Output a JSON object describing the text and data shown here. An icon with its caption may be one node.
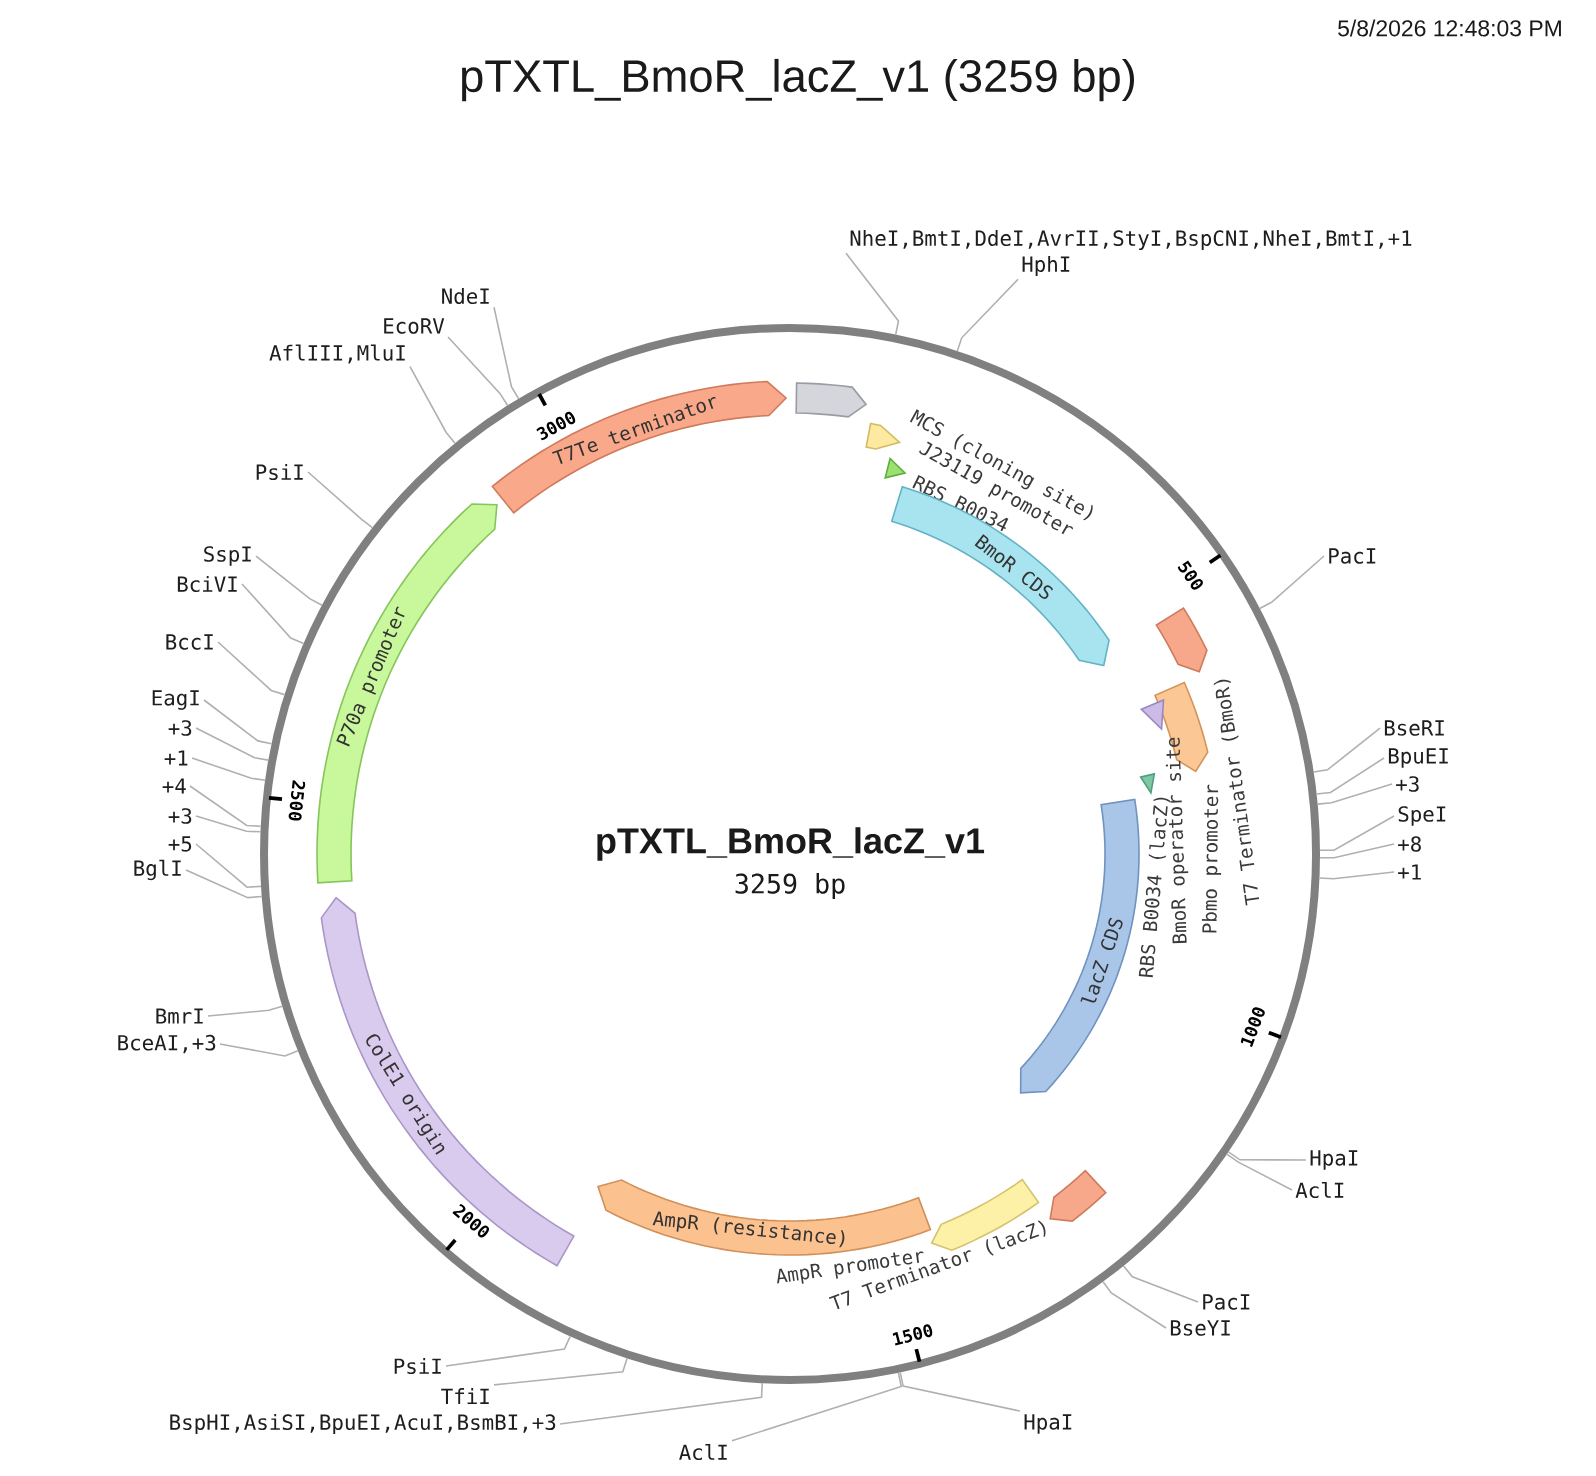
{
  "diagram": {
    "title": "pTXTL_BmoR_lacZ_v1 (3259 bp)",
    "nodes": [
      {
        "text": [
          "MCS (cloning site)"
        ]
      },
      {
        "text": [
          "J23119 promoter"
        ]
      },
      {
        "text": [
          "RBS B0034"
        ]
      },
      {
        "text": [
          "BmoR CDS"
        ]
      },
      {
        "text": [
          "T7 Terminator (BmoR)"
        ]
      },
      {
        "text": [
          "Pbmo promoter"
        ]
      },
      {
        "text": [
          "BmoR operator site"
        ]
      },
      {
        "text": [
          "RBS B0034 (lacZ)"
        ]
      },
      {
        "text": [
          "lacZ CDS"
        ]
      },
      {
        "text": [
          "T7 Terminator (lacZ)"
        ]
      },
      {
        "text": [
          "AmpR promoter"
        ]
      },
      {
        "text": [
          "AmpR (resistance)"
        ]
      },
      {
        "text": [
          "ColE1 origin"
        ]
      },
      {
        "text": [
          "P70a promoter"
        ]
      },
      {
        "text": [
          "T7Te terminator"
        ]
      },
      {
        "text": [
          "NheI,BmtI,DdeI,AvrII,StyI,BspCNI,NheI,BmtI,+1"
        ]
      },
      {
        "text": [
          "HphI"
        ]
      },
      {
        "text": [
          "PacI"
        ]
      },
      {
        "text": [
          "BseRI"
        ]
      },
      {
        "text": [
          "BpuEI"
        ]
      },
      {
        "text": [
          "+3"
        ]
      },
      {
        "text": [
          "SpeI"
        ]
      },
      {
        "text": [
          "+8"
        ]
      },
      {
        "text": [
          "+1"
        ]
      },
      {
        "text": [
          "HpaI"
        ]
      },
      {
        "text": [
          "AclI"
        ]
      },
      {
        "text": [
          "PacI"
        ]
      },
      {
        "text": [
          "BseYI"
        ]
      },
      {
        "text": [
          "HpaI"
        ]
      },
      {
        "text": [
          "AclI"
        ]
      },
      {
        "text": [
          "BspHI,AsiSI,BpuEI,AcuI,BsmBI,+3"
        ]
      },
      {
        "text": [
          "TfiI"
        ]
      },
      {
        "text": [
          "PsiI"
        ]
      },
      {
        "text": [
          "BceAI,+3"
        ]
      },
      {
        "text": [
          "BmrI"
        ]
      },
      {
        "text": [
          "BglI"
        ]
      },
      {
        "text": [
          "+5"
        ]
      },
      {
        "text": [
          "+3"
        ]
      },
      {
        "text": [
          "+4"
        ]
      },
      {
        "text": [
          "+1"
        ]
      },
      {
        "text": [
          "+3"
        ]
      },
      {
        "text": [
          "EagI"
        ]
      },
      {
        "text": [
          "BccI"
        ]
      },
      {
        "text": [
          "BciVI"
        ]
      },
      {
        "text": [
          "SspI"
        ]
      },
      {
        "text": [
          "PsiI"
        ]
      },
      {
        "text": [
          "AflIII,MluI"
        ]
      },
      {
        "text": [
          "EcoRV"
        ]
      },
      {
        "text": [
          "NdeI"
        ]
      }
    ],
    "edges": [
      {
        "from": 15,
        "to": null,
        "arrow": "none"
      },
      {
        "from": 16,
        "to": null,
        "arrow": "none"
      },
      {
        "from": 17,
        "to": null,
        "arrow": "none"
      },
      {
        "from": 18,
        "to": null,
        "arrow": "none"
      },
      {
        "from": 19,
        "to": null,
        "arrow": "none"
      },
      {
        "from": 20,
        "to": null,
        "arrow": "none"
      },
      {
        "from": 21,
        "to": null,
        "arrow": "none"
      },
      {
        "from": 22,
        "to": null,
        "arrow": "none"
      },
      {
        "from": 23,
        "to": null,
        "arrow": "none"
      },
      {
        "from": 24,
        "to": null,
        "arrow": "none"
      },
      {
        "from": 25,
        "to": null,
        "arrow": "none"
      },
      {
        "from": 26,
        "to": null,
        "arrow": "none"
      },
      {
        "from": 27,
        "to": null,
        "arrow": "none"
      },
      {
        "from": 28,
        "to": null,
        "arrow": "none"
      },
      {
        "from": 29,
        "to": null,
        "arrow": "none"
      },
      {
        "from": 30,
        "to": null,
        "arrow": "none"
      },
      {
        "from": 31,
        "to": null,
        "arrow": "none"
      },
      {
        "from": 32,
        "to": null,
        "arrow": "none"
      },
      {
        "from": 33,
        "to": null,
        "arrow": "none"
      },
      {
        "from": 34,
        "to": null,
        "arrow": "none"
      },
      {
        "from": 35,
        "to": null,
        "arrow": "none"
      },
      {
        "from": 36,
        "to": null,
        "arrow": "none"
      },
      {
        "from": 37,
        "to": null,
        "arrow": "none"
      },
      {
        "from": 38,
        "to": null,
        "arrow": "none"
      },
      {
        "from": 39,
        "to": null,
        "arrow": "none"
      },
      {
        "from": 40,
        "to": null,
        "arrow": "none"
      },
      {
        "from": 41,
        "to": null,
        "arrow": "none"
      },
      {
        "from": 42,
        "to": null,
        "arrow": "none"
      },
      {
        "from": 43,
        "to": null,
        "arrow": "none"
      },
      {
        "from": 44,
        "to": null,
        "arrow": "none"
      },
      {
        "from": 45,
        "to": null,
        "arrow": "none"
      },
      {
        "from": 46,
        "to": null,
        "arrow": "none"
      },
      {
        "from": 47,
        "to": null,
        "arrow": "none"
      },
      {
        "from": 48,
        "to": null,
        "arrow": "none"
      }
    ],
    "labels": [
      "5/8/2026 12:48:03 PM",
      "3000",
      "500",
      "2500",
      "pTXTL_BmoR_lacZ_v1",
      "3259 bp",
      "1000",
      "2000",
      "1500"
    ]
  }
}
